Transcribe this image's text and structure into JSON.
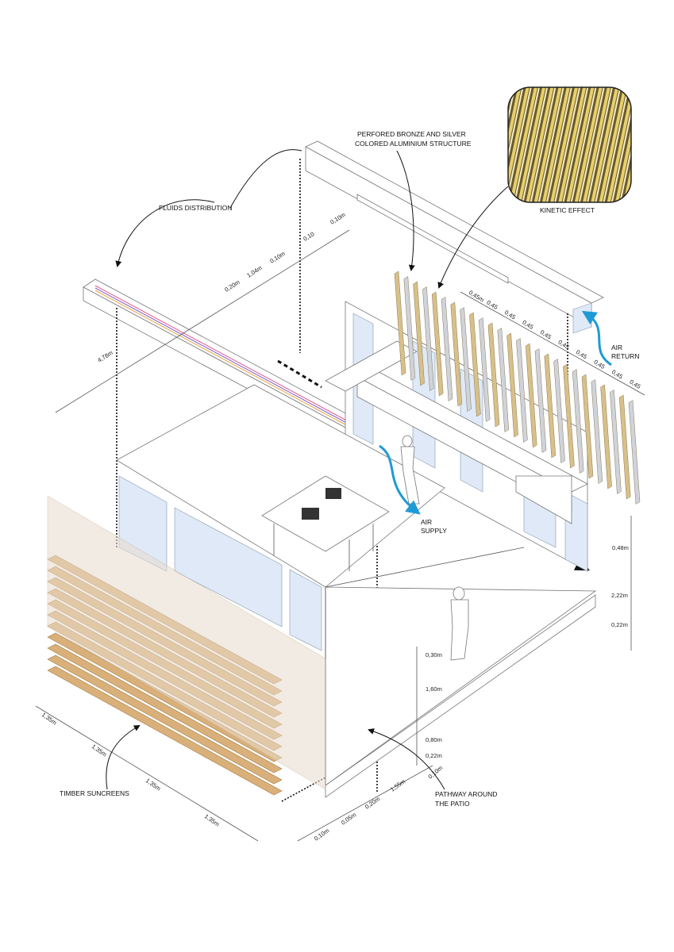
{
  "colors": {
    "timber": "#d9b07a",
    "bronze": "#d8c089",
    "silver": "#cfd3da",
    "air": "#1f9ad6",
    "glass": "#dfe9f8"
  },
  "labels": {
    "perforated_line1": "PERFORED BRONZE AND SILVER",
    "perforated_line2": "COLORED ALUMINIUM STRUCTURE",
    "kinetic": "KINETIC EFFECT",
    "fluids": "FLUIDS DISTRIBUTION",
    "air_return_1": "AIR",
    "air_return_2": "RETURN",
    "air_supply_1": "AIR",
    "air_supply_2": "SUPPLY",
    "timber": "TIMBER SUNCREENS",
    "pathway_1": "PATHWAY AROUND",
    "pathway_2": "THE PATIO"
  },
  "dimensions": {
    "top": [
      "0,20m",
      "1,04m",
      "0,10m",
      "0,10",
      "0,10m"
    ],
    "span": "4,78m",
    "fins": [
      "0,45m",
      "0,45",
      "0,45",
      "0,45",
      "0,45",
      "0,45",
      "0,45",
      "0,45",
      "0,45",
      "0,45"
    ],
    "right_vertical": [
      "0,48m",
      "2,22m",
      "0,22m"
    ],
    "mid_vertical": [
      "0,30m",
      "1,60m",
      "0,80m",
      "0,22m",
      "0,10m"
    ],
    "bottom_left": [
      "1,35m",
      "1,35m",
      "1,35m",
      "1,35m"
    ],
    "bottom_right": [
      "0,10m",
      "0,05m",
      "0,20m",
      "1,55m"
    ]
  }
}
